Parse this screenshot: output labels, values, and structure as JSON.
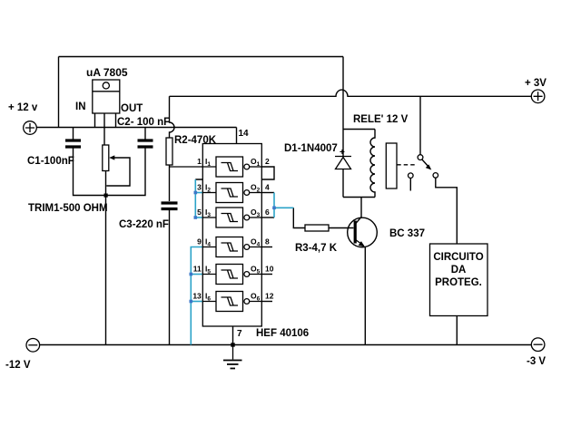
{
  "colors": {
    "wire": "#000000",
    "blue_wire": "#2BA3C8",
    "blue_dot": "#3C77C8",
    "background": "#FFFFFF"
  },
  "terminals": {
    "p12v": "+ 12 v",
    "n12v": "-12 V",
    "p3v": "+ 3V",
    "n3v": "-3 V"
  },
  "regulator": {
    "name": "uA 7805",
    "pin_in": "IN",
    "pin_out": "OUT"
  },
  "components": {
    "c1": "C1-100nF",
    "c2": "C2- 100 nF",
    "c3": "C3-220 nF",
    "trim": "TRIM1-500 OHM",
    "r2": "R2-470K",
    "r3": "R3-4,7 K",
    "d1": "D1-1N4007",
    "d1_polarity": "+",
    "relay": "RELE' 12 V",
    "q1": "BC 337"
  },
  "ic": {
    "name": "HEF 40106",
    "pin_vcc": "14",
    "pin_gnd": "7",
    "gates": [
      {
        "pin_in": "1",
        "in": "I",
        "in_sub": "1",
        "out": "O",
        "out_sub": "1",
        "pin_out": "2"
      },
      {
        "pin_in": "3",
        "in": "I",
        "in_sub": "2",
        "out": "O",
        "out_sub": "2",
        "pin_out": "4"
      },
      {
        "pin_in": "5",
        "in": "I",
        "in_sub": "3",
        "out": "O",
        "out_sub": "3",
        "pin_out": "6"
      },
      {
        "pin_in": "9",
        "in": "I",
        "in_sub": "4",
        "out": "O",
        "out_sub": "4",
        "pin_out": "8"
      },
      {
        "pin_in": "11",
        "in": "I",
        "in_sub": "5",
        "out": "O",
        "out_sub": "5",
        "pin_out": "10"
      },
      {
        "pin_in": "13",
        "in": "I",
        "in_sub": "6",
        "out": "O",
        "out_sub": "6",
        "pin_out": "12"
      }
    ]
  },
  "protection_box": {
    "line1": "CIRCUITO",
    "line2": "DA",
    "line3": "PROTEG."
  }
}
